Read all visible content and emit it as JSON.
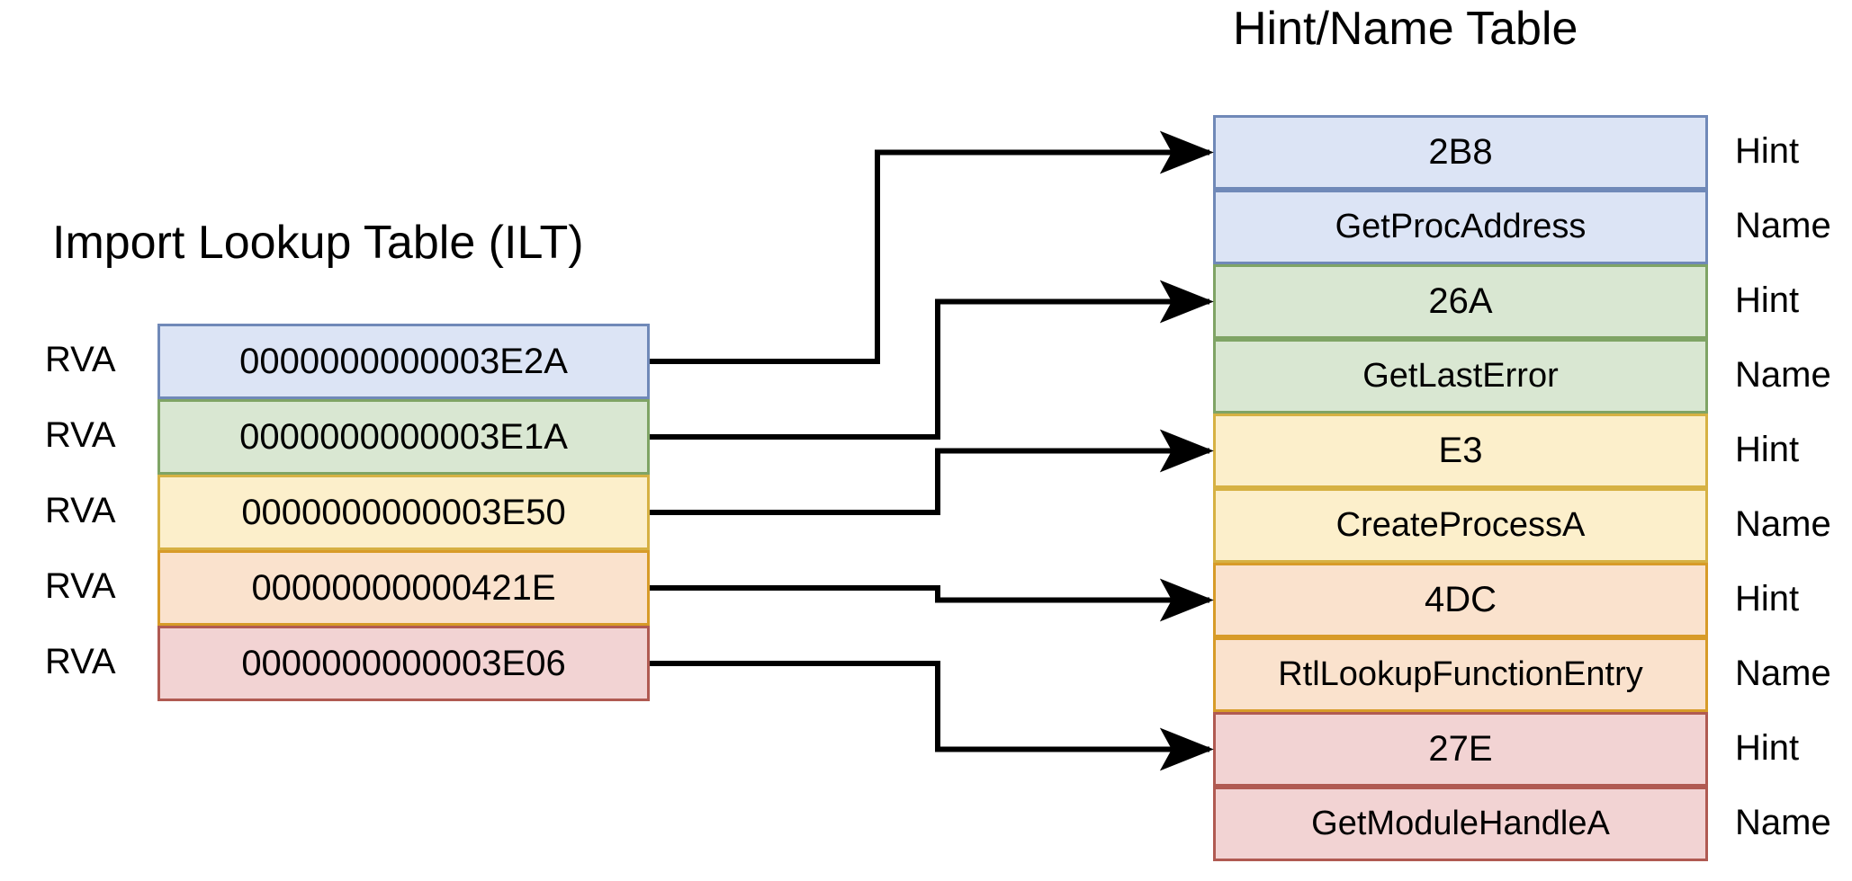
{
  "titles": {
    "hint_name_table": "Hint/Name Table",
    "import_lookup_table": "Import Lookup Table (ILT)"
  },
  "colors": {
    "blue_fill": "#dce4f5",
    "blue_border": "#7089b8",
    "green_fill": "#d9e7d2",
    "green_border": "#7fa465",
    "yellow_fill": "#fcefcb",
    "yellow_border": "#d6b143",
    "orange_fill": "#fae2cd",
    "orange_border": "#d79b28",
    "pink_fill": "#f2d3d3",
    "pink_border": "#b05a52",
    "arrow": "#000000",
    "text": "#000000"
  },
  "ilt": {
    "row_label": "RVA",
    "rows": [
      {
        "label": "RVA",
        "value": "0000000000003E2A",
        "color": "blue"
      },
      {
        "label": "RVA",
        "value": "0000000000003E1A",
        "color": "green"
      },
      {
        "label": "RVA",
        "value": "0000000000003E50",
        "color": "yellow"
      },
      {
        "label": "RVA",
        "value": "00000000000421E",
        "color": "orange"
      },
      {
        "label": "RVA",
        "value": "0000000000003E06",
        "color": "pink"
      }
    ]
  },
  "hint_name": {
    "hint_label": "Hint",
    "name_label": "Name",
    "entries": [
      {
        "hint": "2B8",
        "name": "GetProcAddress",
        "color": "blue"
      },
      {
        "hint": "26A",
        "name": "GetLastError",
        "color": "green"
      },
      {
        "hint": "E3",
        "name": "CreateProcessA",
        "color": "yellow"
      },
      {
        "hint": "4DC",
        "name": "RtlLookupFunctionEntry",
        "color": "orange"
      },
      {
        "hint": "27E",
        "name": "GetModuleHandleA",
        "color": "pink"
      }
    ]
  },
  "connections": [
    {
      "from_ilt_row": 0,
      "to_hint_entry": 0
    },
    {
      "from_ilt_row": 1,
      "to_hint_entry": 1
    },
    {
      "from_ilt_row": 2,
      "to_hint_entry": 2
    },
    {
      "from_ilt_row": 3,
      "to_hint_entry": 3
    },
    {
      "from_ilt_row": 4,
      "to_hint_entry": 4
    }
  ]
}
